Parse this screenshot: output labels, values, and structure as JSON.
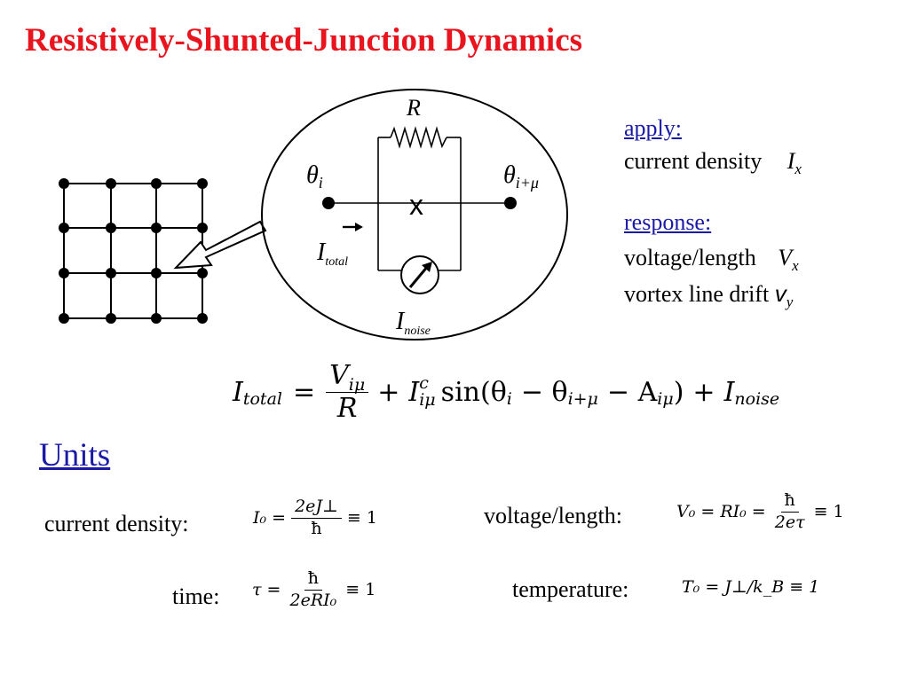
{
  "slide": {
    "title": "Resistively-Shunted-Junction Dynamics",
    "title_color": "#e8141e",
    "link_color": "#1a1aa6"
  },
  "circuit": {
    "resistor_label": "R",
    "theta_left": "θ",
    "theta_left_sub": "i",
    "theta_right": "θ",
    "theta_right_sub": "i+μ",
    "junction_mark": "x",
    "total_current": "I",
    "total_current_sub": "total",
    "noise_current": "I",
    "noise_current_sub": "noise",
    "noise_source_icon": "current-source-meter-icon",
    "current_arrow_icon": "arrow-right-icon",
    "zoom_arrow_icon": "hollow-arrow-icon"
  },
  "lattice": {
    "rows": 4,
    "cols": 4
  },
  "apply": {
    "heading": "apply:",
    "item_label": "current density",
    "item_symbol": "I",
    "item_sub": "x"
  },
  "response": {
    "heading": "response:",
    "item1_label": "voltage/length",
    "item1_symbol": "V",
    "item1_sub": "x",
    "item2_label": "vortex line drift",
    "item2_symbol": "v",
    "item2_sub": "y"
  },
  "equation": {
    "lhs": "I",
    "lhs_sub": "total",
    "eq": "=",
    "num": "V",
    "num_sub": "iμ",
    "den": "R",
    "plus1": "+",
    "ic": "I",
    "ic_sup": "c",
    "ic_sub": "iμ",
    "sin_arg": "sin(θ",
    "sin_i": "i",
    "minus1": "− θ",
    "sin_imu": "i+μ",
    "minus2": "− A",
    "a_sub": "iμ",
    "close": ")",
    "plus2": "+",
    "noise": "I",
    "noise_sub": "noise"
  },
  "units": {
    "heading": "Units",
    "current_density": {
      "label": "current density:",
      "lhs": "I₀ =",
      "num": "2eJ⊥",
      "den": "ħ",
      "rhs": "≡ 1"
    },
    "time": {
      "label": "time:",
      "lhs": "τ =",
      "num": "ħ",
      "den": "2eRI₀",
      "rhs": "≡ 1"
    },
    "voltage_length": {
      "label": "voltage/length:",
      "lhs": "V₀ = RI₀ =",
      "num": "ħ",
      "den": "2eτ",
      "rhs": "≡ 1"
    },
    "temperature": {
      "label": "temperature:",
      "formula": "T₀ = J⊥/k_B ≡ 1"
    }
  }
}
